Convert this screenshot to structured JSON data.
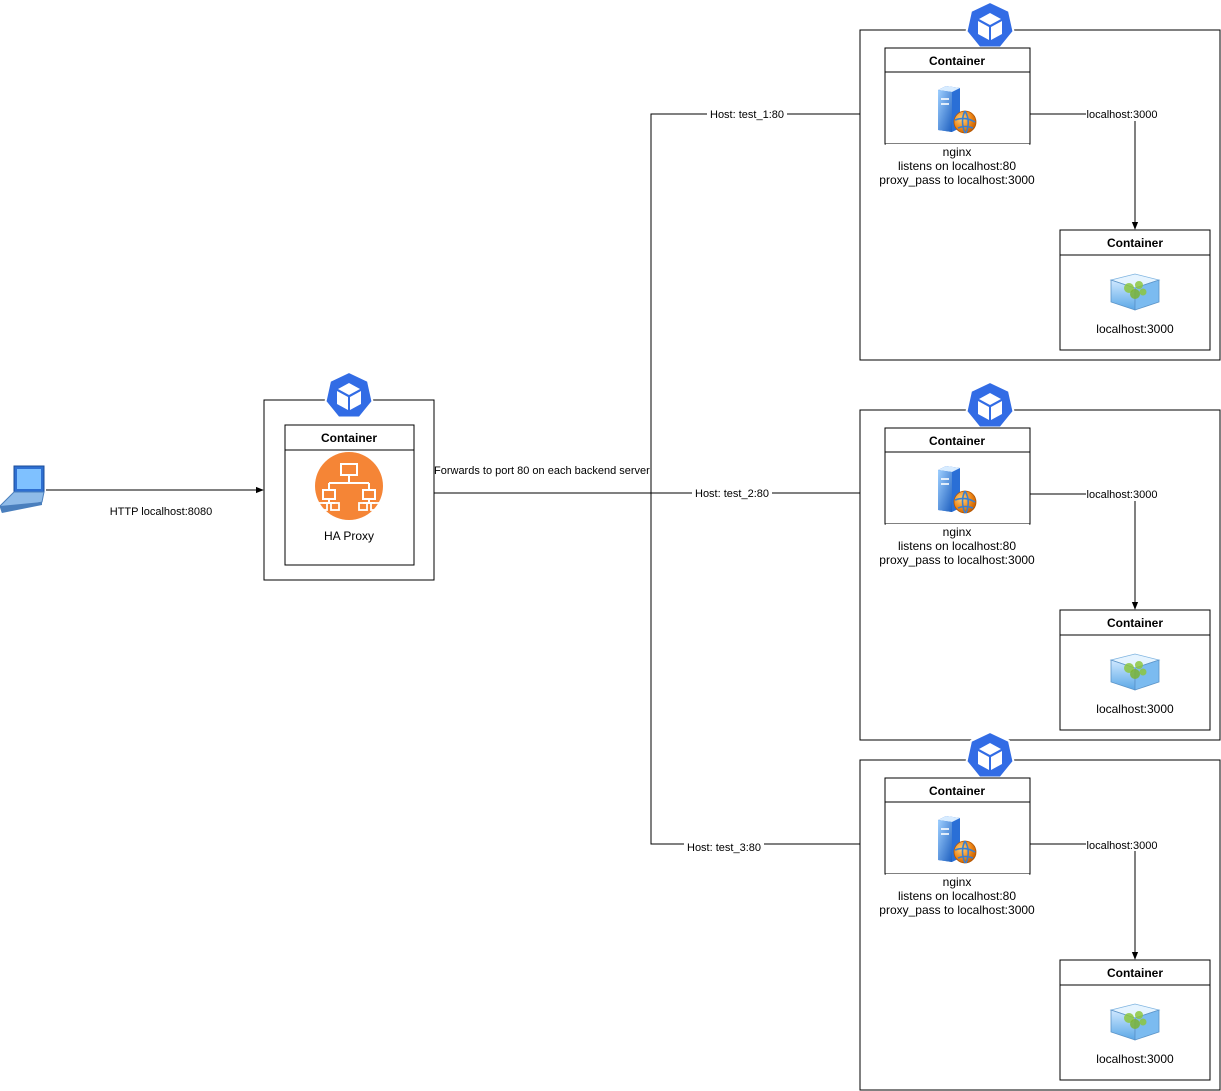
{
  "client": {
    "icon": "laptop-icon",
    "edge_label": "HTTP localhost:8080"
  },
  "proxy": {
    "pod_icon": "kubernetes-pod-icon",
    "container_header": "Container",
    "icon": "load-balancer-icon",
    "label": "HA Proxy",
    "edge_label": "Forwards to port 80 on each backend server"
  },
  "backends": [
    {
      "host_label": "Host: test_1:80",
      "nginx": {
        "header": "Container",
        "icon": "web-server-icon",
        "lines": [
          "nginx",
          "listens on localhost:80",
          "proxy_pass to localhost:3000"
        ]
      },
      "upstream_edge_label": "localhost:3000",
      "app": {
        "header": "Container",
        "icon": "app-container-icon",
        "label": "localhost:3000"
      }
    },
    {
      "host_label": "Host: test_2:80",
      "nginx": {
        "header": "Container",
        "icon": "web-server-icon",
        "lines": [
          "nginx",
          "listens on localhost:80",
          "proxy_pass to localhost:3000"
        ]
      },
      "upstream_edge_label": "localhost:3000",
      "app": {
        "header": "Container",
        "icon": "app-container-icon",
        "label": "localhost:3000"
      }
    },
    {
      "host_label": "Host: test_3:80",
      "nginx": {
        "header": "Container",
        "icon": "web-server-icon",
        "lines": [
          "nginx",
          "listens on localhost:80",
          "proxy_pass to localhost:3000"
        ]
      },
      "upstream_edge_label": "localhost:3000",
      "app": {
        "header": "Container",
        "icon": "app-container-icon",
        "label": "localhost:3000"
      }
    }
  ],
  "colors": {
    "kubernetes_blue": "#326CE5",
    "proxy_orange": "#F58536",
    "line": "#000000"
  }
}
